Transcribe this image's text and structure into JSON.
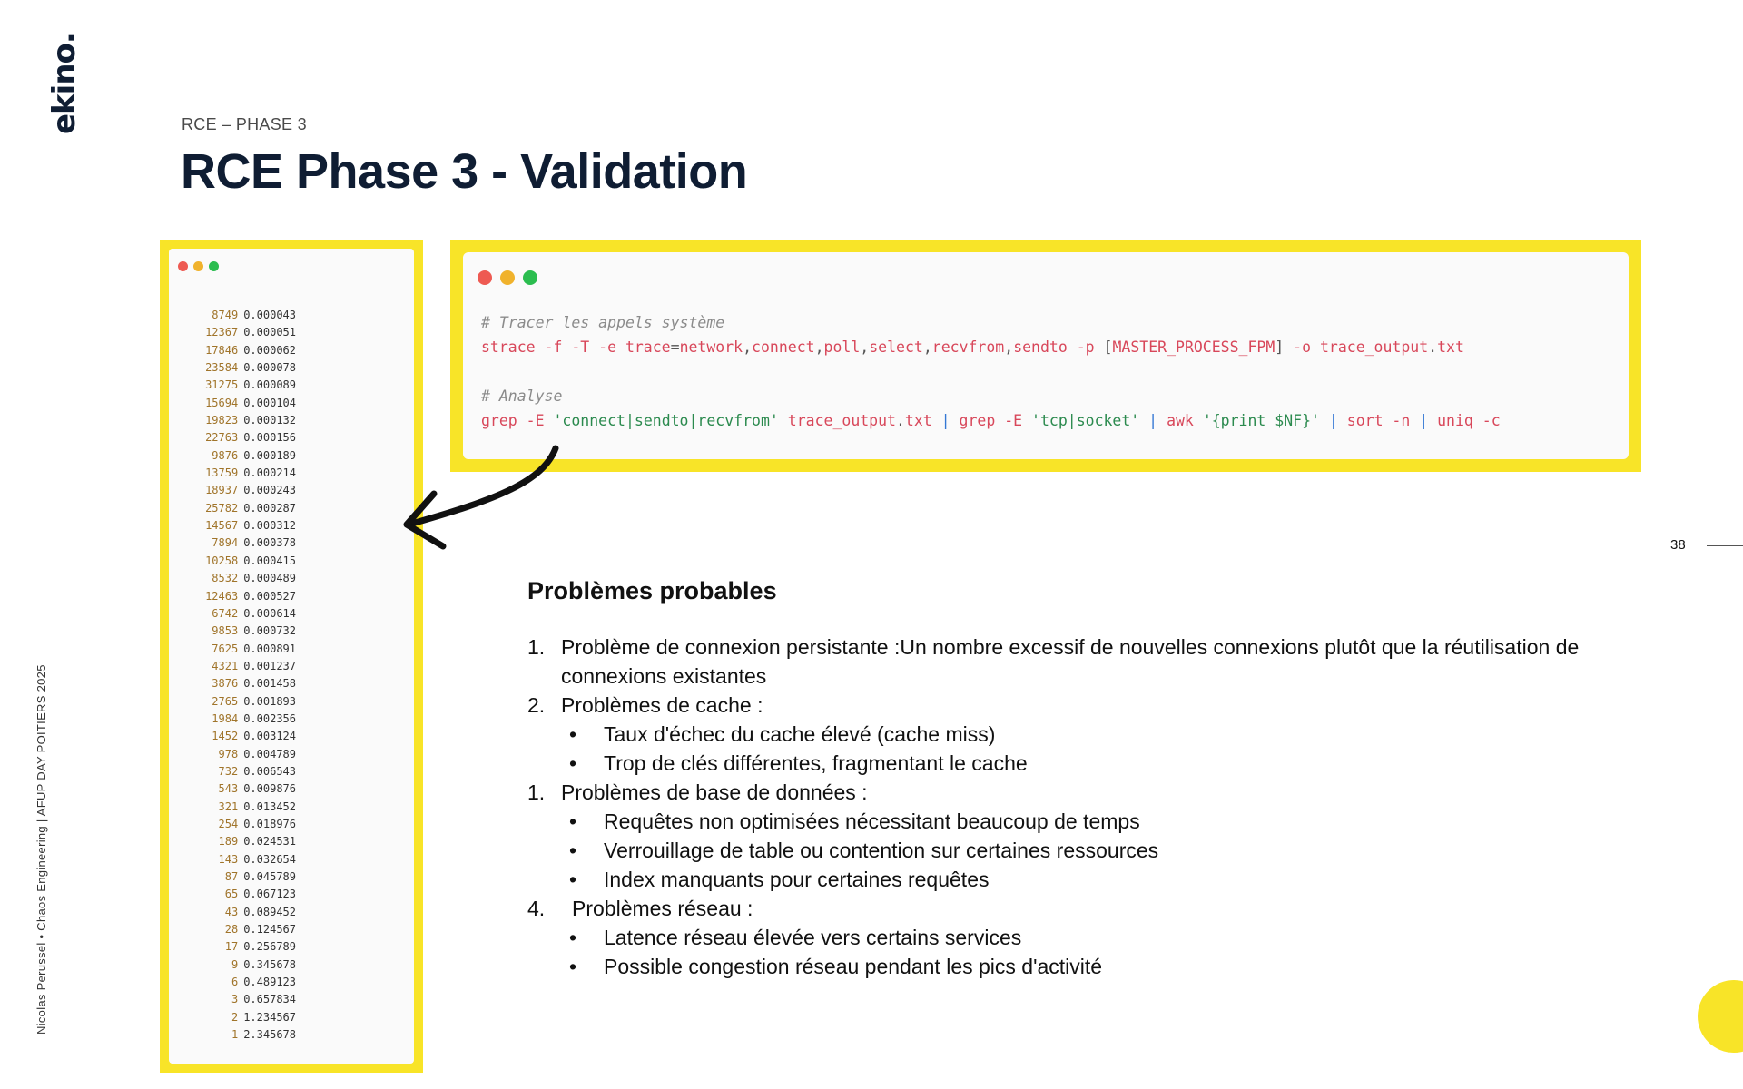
{
  "brand": {
    "logo_text": "ekino."
  },
  "sidebar": {
    "credit": "Nicolas Perussel • Chaos Engineering | AFUP DAY POITIERS 2025"
  },
  "header": {
    "eyebrow": "RCE – PHASE 3",
    "title": "RCE Phase 3 - Validation"
  },
  "window_dots": {
    "red": "#ee5a52",
    "yellow": "#f0b22c",
    "green": "#2bbd4f"
  },
  "accent_color": "#f8e428",
  "trace_terminal": {
    "rows": [
      {
        "count": "8749",
        "time": "0.000043"
      },
      {
        "count": "12367",
        "time": "0.000051"
      },
      {
        "count": "17846",
        "time": "0.000062"
      },
      {
        "count": "23584",
        "time": "0.000078"
      },
      {
        "count": "31275",
        "time": "0.000089"
      },
      {
        "count": "15694",
        "time": "0.000104"
      },
      {
        "count": "19823",
        "time": "0.000132"
      },
      {
        "count": "22763",
        "time": "0.000156"
      },
      {
        "count": "9876",
        "time": "0.000189"
      },
      {
        "count": "13759",
        "time": "0.000214"
      },
      {
        "count": "18937",
        "time": "0.000243"
      },
      {
        "count": "25782",
        "time": "0.000287"
      },
      {
        "count": "14567",
        "time": "0.000312"
      },
      {
        "count": "7894",
        "time": "0.000378"
      },
      {
        "count": "10258",
        "time": "0.000415"
      },
      {
        "count": "8532",
        "time": "0.000489"
      },
      {
        "count": "12463",
        "time": "0.000527"
      },
      {
        "count": "6742",
        "time": "0.000614"
      },
      {
        "count": "9853",
        "time": "0.000732"
      },
      {
        "count": "7625",
        "time": "0.000891"
      },
      {
        "count": "4321",
        "time": "0.001237"
      },
      {
        "count": "3876",
        "time": "0.001458"
      },
      {
        "count": "2765",
        "time": "0.001893"
      },
      {
        "count": "1984",
        "time": "0.002356"
      },
      {
        "count": "1452",
        "time": "0.003124"
      },
      {
        "count": "978",
        "time": "0.004789"
      },
      {
        "count": "732",
        "time": "0.006543"
      },
      {
        "count": "543",
        "time": "0.009876"
      },
      {
        "count": "321",
        "time": "0.013452"
      },
      {
        "count": "254",
        "time": "0.018976"
      },
      {
        "count": "189",
        "time": "0.024531"
      },
      {
        "count": "143",
        "time": "0.032654"
      },
      {
        "count": "87",
        "time": "0.045789"
      },
      {
        "count": "65",
        "time": "0.067123"
      },
      {
        "count": "43",
        "time": "0.089452"
      },
      {
        "count": "28",
        "time": "0.124567"
      },
      {
        "count": "17",
        "time": "0.256789"
      },
      {
        "count": "9",
        "time": "0.345678"
      },
      {
        "count": "6",
        "time": "0.489123"
      },
      {
        "count": "3",
        "time": "0.657834"
      },
      {
        "count": "2",
        "time": "1.234567"
      },
      {
        "count": "1",
        "time": "2.345678"
      }
    ]
  },
  "code_terminal": {
    "comment1": "# Tracer les appels système",
    "line1": [
      {
        "t": "strace -f -T -e trace",
        "c": "c-cmd"
      },
      {
        "t": "=",
        "c": "c-plain"
      },
      {
        "t": "network",
        "c": "c-cmd"
      },
      {
        "t": ",",
        "c": "c-plain"
      },
      {
        "t": "connect",
        "c": "c-cmd"
      },
      {
        "t": ",",
        "c": "c-plain"
      },
      {
        "t": "poll",
        "c": "c-cmd"
      },
      {
        "t": ",",
        "c": "c-plain"
      },
      {
        "t": "select",
        "c": "c-cmd"
      },
      {
        "t": ",",
        "c": "c-plain"
      },
      {
        "t": "recvfrom",
        "c": "c-cmd"
      },
      {
        "t": ",",
        "c": "c-plain"
      },
      {
        "t": "sendto -p ",
        "c": "c-cmd"
      },
      {
        "t": "[",
        "c": "c-plain"
      },
      {
        "t": "MASTER_PROCESS_FPM",
        "c": "c-cmd"
      },
      {
        "t": "]",
        "c": "c-plain"
      },
      {
        "t": " -o trace_output",
        "c": "c-cmd"
      },
      {
        "t": ".",
        "c": "c-plain"
      },
      {
        "t": "txt",
        "c": "c-cmd"
      }
    ],
    "comment2": "# Analyse",
    "line2": [
      {
        "t": "grep -E ",
        "c": "c-cmd"
      },
      {
        "t": "'connect|sendto|recvfrom'",
        "c": "c-str"
      },
      {
        "t": " trace_output",
        "c": "c-cmd"
      },
      {
        "t": ".",
        "c": "c-plain"
      },
      {
        "t": "txt ",
        "c": "c-cmd"
      },
      {
        "t": "| ",
        "c": "c-pipe"
      },
      {
        "t": "grep -E ",
        "c": "c-cmd"
      },
      {
        "t": "'tcp|socket'",
        "c": "c-str"
      },
      {
        "t": " | ",
        "c": "c-pipe"
      },
      {
        "t": "awk ",
        "c": "c-cmd"
      },
      {
        "t": "'{print $NF}'",
        "c": "c-str"
      },
      {
        "t": " | ",
        "c": "c-pipe"
      },
      {
        "t": "sort -n ",
        "c": "c-cmd"
      },
      {
        "t": "| ",
        "c": "c-pipe"
      },
      {
        "t": "uniq -c",
        "c": "c-cmd"
      }
    ]
  },
  "page_number": "38",
  "content": {
    "heading": "Problèmes probables",
    "items": [
      {
        "kind": "num",
        "num": "1.",
        "text": "Problème de connexion persistante :Un nombre excessif de nouvelles connexions plutôt que la réutilisation de connexions existantes"
      },
      {
        "kind": "num",
        "num": "2.",
        "text": "Problèmes de cache :"
      },
      {
        "kind": "bullet",
        "text": "Taux d'échec du cache élevé (cache miss)"
      },
      {
        "kind": "bullet",
        "text": "Trop de clés différentes, fragmentant le cache"
      },
      {
        "kind": "num",
        "num": "1.",
        "text": "Problèmes de base de données :"
      },
      {
        "kind": "bullet",
        "text": "Requêtes non optimisées nécessitant beaucoup de temps"
      },
      {
        "kind": "bullet",
        "text": "Verrouillage de table ou contention sur certaines ressources"
      },
      {
        "kind": "bullet",
        "text": "Index manquants pour certaines requêtes"
      },
      {
        "kind": "num-wide",
        "num": "4.",
        "text": "Problèmes réseau :"
      },
      {
        "kind": "bullet",
        "text": "Latence réseau élevée vers certains services"
      },
      {
        "kind": "bullet",
        "text": "Possible congestion réseau pendant les pics d'activité"
      }
    ]
  }
}
